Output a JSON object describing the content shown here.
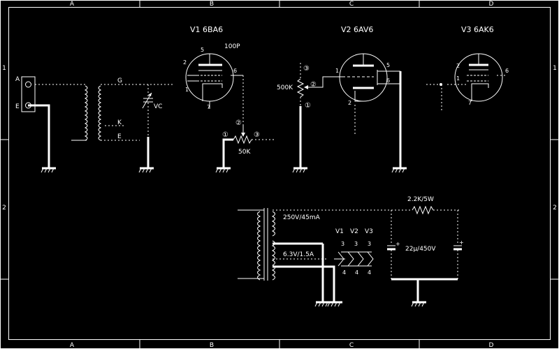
{
  "frame": {
    "columns": [
      "A",
      "B",
      "C",
      "D"
    ],
    "rows": [
      "1",
      "2"
    ]
  },
  "tubes": {
    "v1": {
      "title": "V1 6BA6",
      "pins": [
        "5",
        "2",
        "6",
        "1",
        "7"
      ],
      "cap": "100P"
    },
    "v2": {
      "title": "V2 6AV6",
      "pins": [
        "1",
        "5",
        "6",
        "2"
      ]
    },
    "v3": {
      "title": "V3 6AK6",
      "pins": [
        "2",
        "1",
        "6",
        "7"
      ]
    }
  },
  "input": {
    "antenna": "A",
    "earth": "E"
  },
  "coil": {
    "g": "G",
    "k": "K",
    "e": "E"
  },
  "vc": "VC",
  "volume": {
    "value": "500K",
    "p1": "①",
    "p2": "②",
    "p3": "③"
  },
  "tone": {
    "value": "50K",
    "p1": "①",
    "p2": "②",
    "p3": "③"
  },
  "power": {
    "hv": "250V/45mA",
    "heater": "6.3V/1.5A",
    "resistor": "2.2K/5W",
    "cap": "22μ/450V",
    "heater_tubes": [
      "V1",
      "V2",
      "V3"
    ],
    "heater_pin_top": "3",
    "heater_pin_bottom": "4",
    "plus": "+"
  }
}
